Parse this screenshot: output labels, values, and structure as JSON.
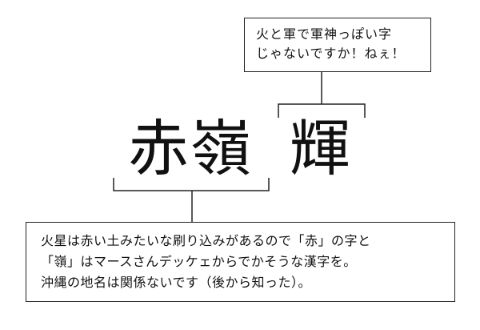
{
  "top_note": {
    "lines": [
      "火と軍で軍神っぽい字",
      "じゃないですか！ねぇ！"
    ]
  },
  "main_kanji": {
    "left": "赤嶺",
    "right": "輝"
  },
  "bottom_note": {
    "lines": [
      "火星は赤い土みたいな刷り込みがあるので「赤」の字と",
      "「嶺」はマースさんデッケェからでかそうな漢字を。",
      "沖縄の地名は関係ないです（後から知った）。"
    ]
  }
}
